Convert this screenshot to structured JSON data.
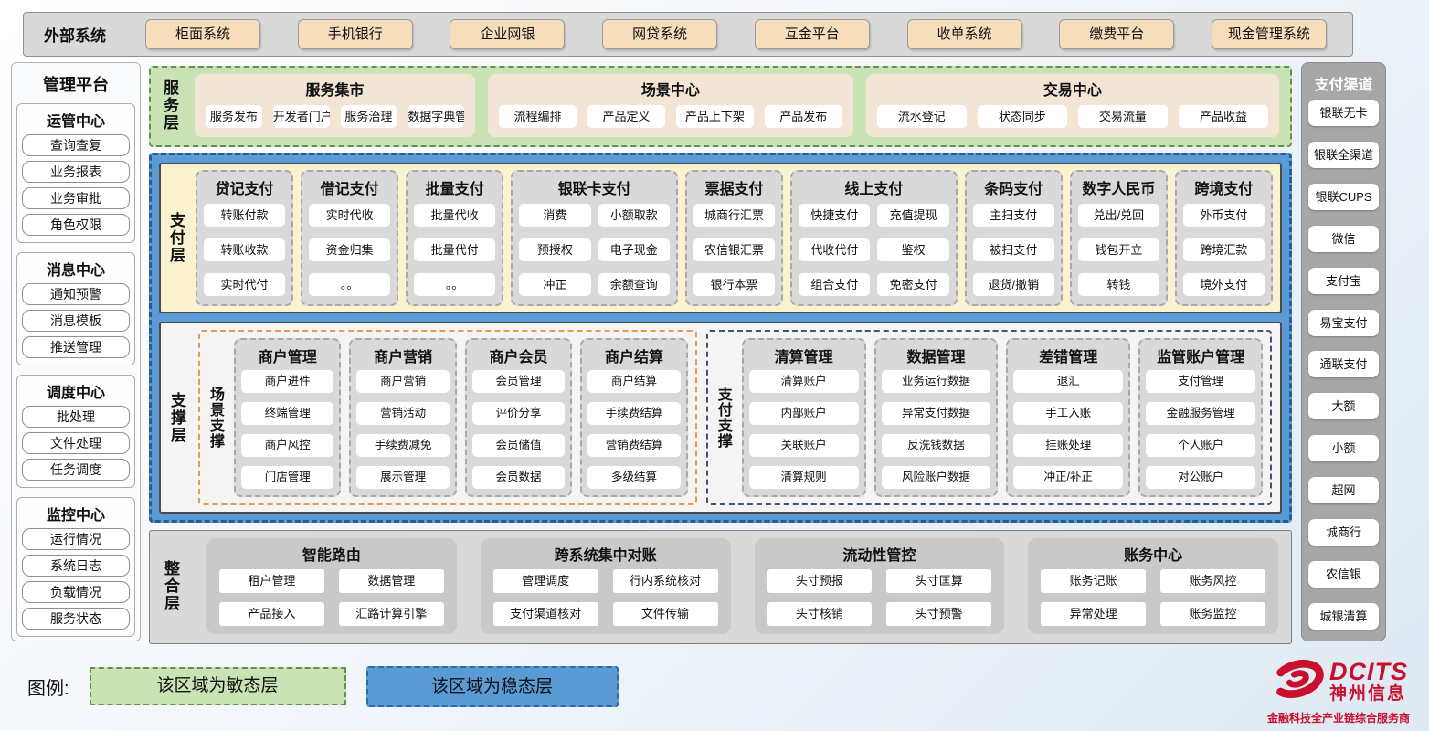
{
  "external_systems": {
    "title": "外部系统",
    "items": [
      "柜面系统",
      "手机银行",
      "企业网银",
      "网贷系统",
      "互金平台",
      "收单系统",
      "缴费平台",
      "现金管理系统"
    ]
  },
  "management_platform": {
    "title": "管理平台",
    "sections": [
      {
        "title": "运管中心",
        "items": [
          "查询查复",
          "业务报表",
          "业务审批",
          "角色权限"
        ]
      },
      {
        "title": "消息中心",
        "items": [
          "通知预警",
          "消息模板",
          "推送管理"
        ]
      },
      {
        "title": "调度中心",
        "items": [
          "批处理",
          "文件处理",
          "任务调度"
        ]
      },
      {
        "title": "监控中心",
        "items": [
          "运行情况",
          "系统日志",
          "负载情况",
          "服务状态"
        ]
      }
    ]
  },
  "service_layer": {
    "label": "服务层",
    "groups": [
      {
        "title": "服务集市",
        "items": [
          "服务发布",
          "开发者门户",
          "服务治理",
          "数据字典管理"
        ]
      },
      {
        "title": "场景中心",
        "items": [
          "流程编排",
          "产品定义",
          "产品上下架",
          "产品发布"
        ]
      },
      {
        "title": "交易中心",
        "items": [
          "流水登记",
          "状态同步",
          "交易流量",
          "产品收益"
        ]
      }
    ]
  },
  "payment_layer": {
    "label": "支付层",
    "columns": [
      {
        "title": "贷记支付",
        "cols": 1,
        "items": [
          "转账付款",
          "转账收款",
          "实时代付"
        ]
      },
      {
        "title": "借记支付",
        "cols": 1,
        "items": [
          "实时代收",
          "资金归集",
          "。。"
        ]
      },
      {
        "title": "批量支付",
        "cols": 1,
        "items": [
          "批量代收",
          "批量代付",
          "。。"
        ]
      },
      {
        "title": "银联卡支付",
        "cols": 2,
        "items": [
          "消费",
          "小额取款",
          "预授权",
          "电子现金",
          "冲正",
          "余额查询"
        ]
      },
      {
        "title": "票据支付",
        "cols": 1,
        "items": [
          "城商行汇票",
          "农信银汇票",
          "银行本票"
        ]
      },
      {
        "title": "线上支付",
        "cols": 2,
        "items": [
          "快捷支付",
          "充值提现",
          "代收代付",
          "鉴权",
          "组合支付",
          "免密支付"
        ]
      },
      {
        "title": "条码支付",
        "cols": 1,
        "items": [
          "主扫支付",
          "被扫支付",
          "退货/撤销"
        ]
      },
      {
        "title": "数字人民币",
        "cols": 1,
        "items": [
          "兑出/兑回",
          "钱包开立",
          "转钱"
        ]
      },
      {
        "title": "跨境支付",
        "cols": 1,
        "items": [
          "外币支付",
          "跨境汇款",
          "境外支付"
        ]
      }
    ]
  },
  "support_layer": {
    "label": "支撑层",
    "regions": [
      {
        "label": "场景支撑",
        "accent": "orange",
        "groups": [
          {
            "title": "商户管理",
            "items": [
              "商户进件",
              "终端管理",
              "商户风控",
              "门店管理"
            ]
          },
          {
            "title": "商户营销",
            "items": [
              "商户营销",
              "营销活动",
              "手续费减免",
              "展示管理"
            ]
          },
          {
            "title": "商户会员",
            "items": [
              "会员管理",
              "评价分享",
              "会员储值",
              "会员数据"
            ]
          },
          {
            "title": "商户结算",
            "items": [
              "商户结算",
              "手续费结算",
              "营销费结算",
              "多级结算"
            ]
          }
        ]
      },
      {
        "label": "支付支撑",
        "accent": "navy",
        "groups": [
          {
            "title": "清算管理",
            "items": [
              "清算账户",
              "内部账户",
              "关联账户",
              "清算规则"
            ]
          },
          {
            "title": "数据管理",
            "items": [
              "业务运行数据",
              "异常支付数据",
              "反洗钱数据",
              "风险账户数据"
            ]
          },
          {
            "title": "差错管理",
            "items": [
              "退汇",
              "手工入账",
              "挂账处理",
              "冲正/补正"
            ]
          },
          {
            "title": "监管账户管理",
            "items": [
              "支付管理",
              "金融服务管理",
              "个人账户",
              "对公账户"
            ]
          }
        ]
      }
    ]
  },
  "integration_layer": {
    "label": "整合层",
    "groups": [
      {
        "title": "智能路由",
        "items": [
          "租户管理",
          "数据管理",
          "产品接入",
          "汇路计算引擎"
        ]
      },
      {
        "title": "跨系统集中对账",
        "items": [
          "管理调度",
          "行内系统核对",
          "支付渠道核对",
          "文件传输"
        ]
      },
      {
        "title": "流动性管控",
        "items": [
          "头寸预报",
          "头寸匡算",
          "头寸核销",
          "头寸预警"
        ]
      },
      {
        "title": "账务中心",
        "items": [
          "账务记账",
          "账务风控",
          "异常处理",
          "账务监控"
        ]
      }
    ]
  },
  "payment_channels": {
    "title": "支付渠道",
    "items": [
      "银联无卡",
      "银联全渠道",
      "银联CUPS",
      "微信",
      "支付宝",
      "易宝支付",
      "通联支付",
      "大额",
      "小额",
      "超网",
      "城商行",
      "农信银",
      "城银清算"
    ]
  },
  "legend": {
    "label": "图例:",
    "agile_label": "该区域为敏态层",
    "stable_label": "该区域为稳态层"
  },
  "logo": {
    "brand": "DCITS",
    "company": "神州信息",
    "tagline": "金融科技全产业链综合服务商"
  },
  "colors": {
    "agile_green": "#c9e3b5",
    "stable_blue": "#5b9bd5",
    "payment_cream": "#fbf2d0",
    "panel_gray": "#d9d9d9",
    "external_tan": "#f6ddbb",
    "brand_red": "#c8102e"
  }
}
